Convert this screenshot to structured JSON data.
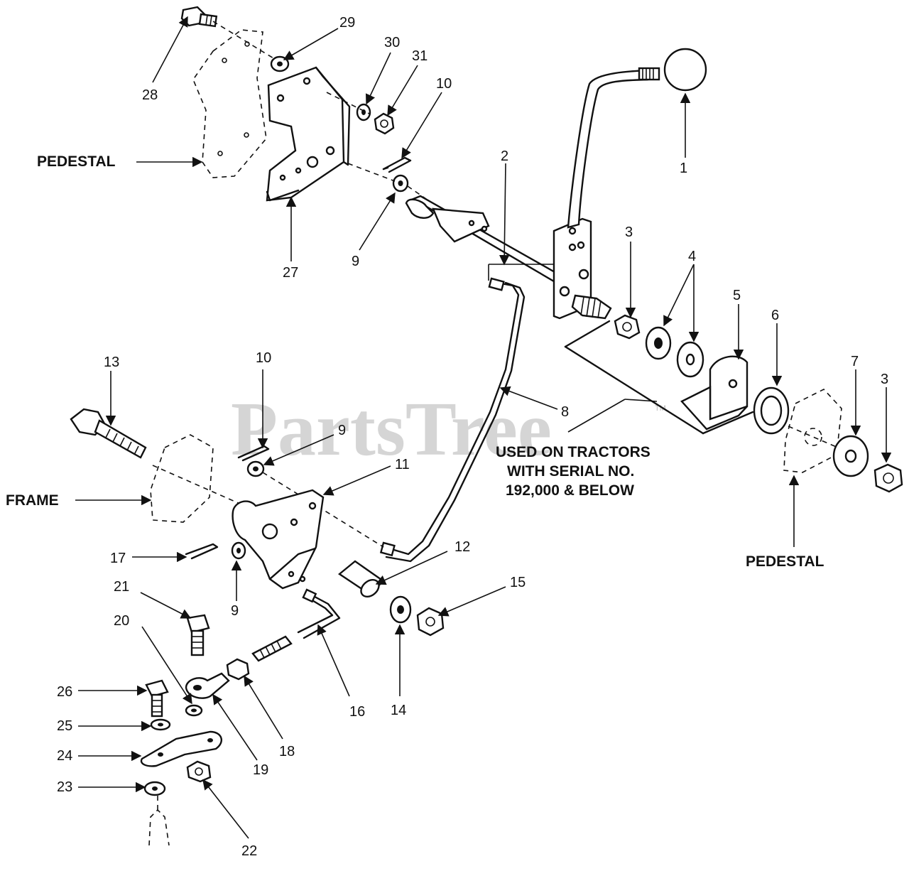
{
  "watermark": {
    "text": "PartsTree",
    "tm": "TM"
  },
  "labels": {
    "pedestal_top": "PEDESTAL",
    "pedestal_right": "PEDESTAL",
    "frame": "FRAME",
    "serial_line1": "USED ON TRACTORS",
    "serial_line2": "WITH SERIAL NO.",
    "serial_line3": "192,000 & BELOW"
  },
  "callouts": {
    "c1": "1",
    "c2": "2",
    "c3a": "3",
    "c3b": "3",
    "c4": "4",
    "c5": "5",
    "c6": "6",
    "c7": "7",
    "c8": "8",
    "c9a": "9",
    "c9b": "9",
    "c9c": "9",
    "c10a": "10",
    "c10b": "10",
    "c11": "11",
    "c12": "12",
    "c13": "13",
    "c14": "14",
    "c15": "15",
    "c16": "16",
    "c17": "17",
    "c18": "18",
    "c19": "19",
    "c20": "20",
    "c21": "21",
    "c22": "22",
    "c23": "23",
    "c24": "24",
    "c25": "25",
    "c26": "26",
    "c27": "27",
    "c28": "28",
    "c29": "29",
    "c30": "30",
    "c31": "31"
  }
}
